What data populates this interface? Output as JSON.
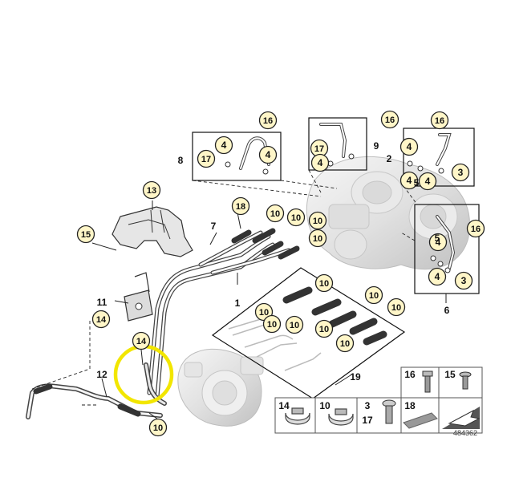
{
  "diagram": {
    "reference_number": "484362",
    "highlight_color": "#f2e600",
    "callout_fill": "#fff6c8",
    "callout_border": "#c8a000",
    "callouts": [
      {
        "id": "c16a",
        "label": "16"
      },
      {
        "id": "c16b",
        "label": "16"
      },
      {
        "id": "c16c",
        "label": "16"
      },
      {
        "id": "c16d",
        "label": "16"
      },
      {
        "id": "c17a",
        "label": "17"
      },
      {
        "id": "c17b",
        "label": "17"
      },
      {
        "id": "c4a",
        "label": "4"
      },
      {
        "id": "c4b",
        "label": "4"
      },
      {
        "id": "c4c",
        "label": "4"
      },
      {
        "id": "c4d",
        "label": "4"
      },
      {
        "id": "c4e",
        "label": "4"
      },
      {
        "id": "c4f",
        "label": "4"
      },
      {
        "id": "c4g",
        "label": "4"
      },
      {
        "id": "c4h",
        "label": "4"
      },
      {
        "id": "c3a",
        "label": "3"
      },
      {
        "id": "c3b",
        "label": "3"
      },
      {
        "id": "c13",
        "label": "13"
      },
      {
        "id": "c18",
        "label": "18"
      },
      {
        "id": "c15",
        "label": "15"
      },
      {
        "id": "c10a",
        "label": "10"
      },
      {
        "id": "c10b",
        "label": "10"
      },
      {
        "id": "c10c",
        "label": "10"
      },
      {
        "id": "c10d",
        "label": "10"
      },
      {
        "id": "c10e",
        "label": "10"
      },
      {
        "id": "c10f",
        "label": "10"
      },
      {
        "id": "c10g",
        "label": "10"
      },
      {
        "id": "c10h",
        "label": "10"
      },
      {
        "id": "c10i",
        "label": "10"
      },
      {
        "id": "c10j",
        "label": "10"
      },
      {
        "id": "c10k",
        "label": "10"
      },
      {
        "id": "c10l",
        "label": "10"
      },
      {
        "id": "c10m",
        "label": "10"
      },
      {
        "id": "c14a",
        "label": "14"
      },
      {
        "id": "c14b",
        "label": "14"
      }
    ],
    "plain_labels": [
      {
        "id": "p8",
        "label": "8"
      },
      {
        "id": "p9",
        "label": "9"
      },
      {
        "id": "p2",
        "label": "2"
      },
      {
        "id": "p5a",
        "label": "5"
      },
      {
        "id": "p5b",
        "label": "5"
      },
      {
        "id": "p7",
        "label": "7"
      },
      {
        "id": "p1",
        "label": "1"
      },
      {
        "id": "p6",
        "label": "6"
      },
      {
        "id": "p11",
        "label": "11"
      },
      {
        "id": "p12",
        "label": "12"
      },
      {
        "id": "p19",
        "label": "19"
      }
    ],
    "legend": {
      "top": [
        {
          "label": "16",
          "icon": "bolt-icon"
        },
        {
          "label": "15",
          "icon": "screw-icon"
        }
      ],
      "bottom": [
        {
          "label": "14",
          "icon": "clamp-icon"
        },
        {
          "label": "10",
          "icon": "clamp-icon"
        },
        {
          "label": "3",
          "label2": "17",
          "icon": "banjo-bolt-icon"
        },
        {
          "label": "18",
          "icon": "pad-icon"
        },
        {
          "label": "",
          "icon": "arrow-icon"
        }
      ]
    }
  }
}
